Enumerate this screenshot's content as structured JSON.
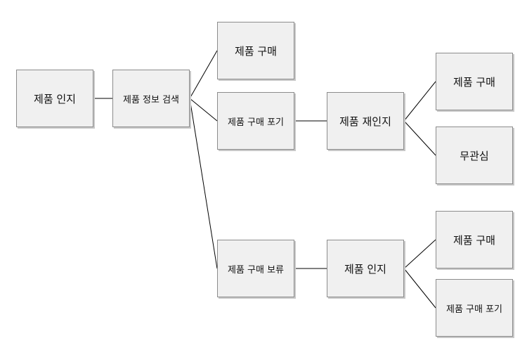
{
  "diagram": {
    "nodes": {
      "awareness": "제품 인지",
      "info_search": "제품 정보 검색",
      "purchase_a": "제품 구매",
      "abandon_a": "제품 구매 포기",
      "reawareness": "제품 재인지",
      "purchase_b": "제품 구매",
      "indifference": "무관심",
      "hold": "제품 구매 보류",
      "awareness_b": "제품 인지",
      "purchase_c": "제품 구매",
      "abandon_b": "제품 구매 포기"
    },
    "edges": [
      {
        "from": "제품 인지",
        "to": "제품 정보 검색"
      },
      {
        "from": "제품 정보 검색",
        "to": "제품 구매"
      },
      {
        "from": "제품 정보 검색",
        "to": "제품 구매 포기"
      },
      {
        "from": "제품 정보 검색",
        "to": "제품 구매 보류"
      },
      {
        "from": "제품 구매 포기",
        "to": "제품 재인지"
      },
      {
        "from": "제품 재인지",
        "to": "제품 구매"
      },
      {
        "from": "제품 재인지",
        "to": "무관심"
      },
      {
        "from": "제품 구매 보류",
        "to": "제품 인지"
      },
      {
        "from": "제품 인지",
        "to": "제품 구매"
      },
      {
        "from": "제품 인지",
        "to": "제품 구매 포기"
      }
    ],
    "colors": {
      "node_fill": "#f0f0f0",
      "node_border": "#8c8c8c",
      "connector": "#000000",
      "text": "#111111"
    }
  }
}
